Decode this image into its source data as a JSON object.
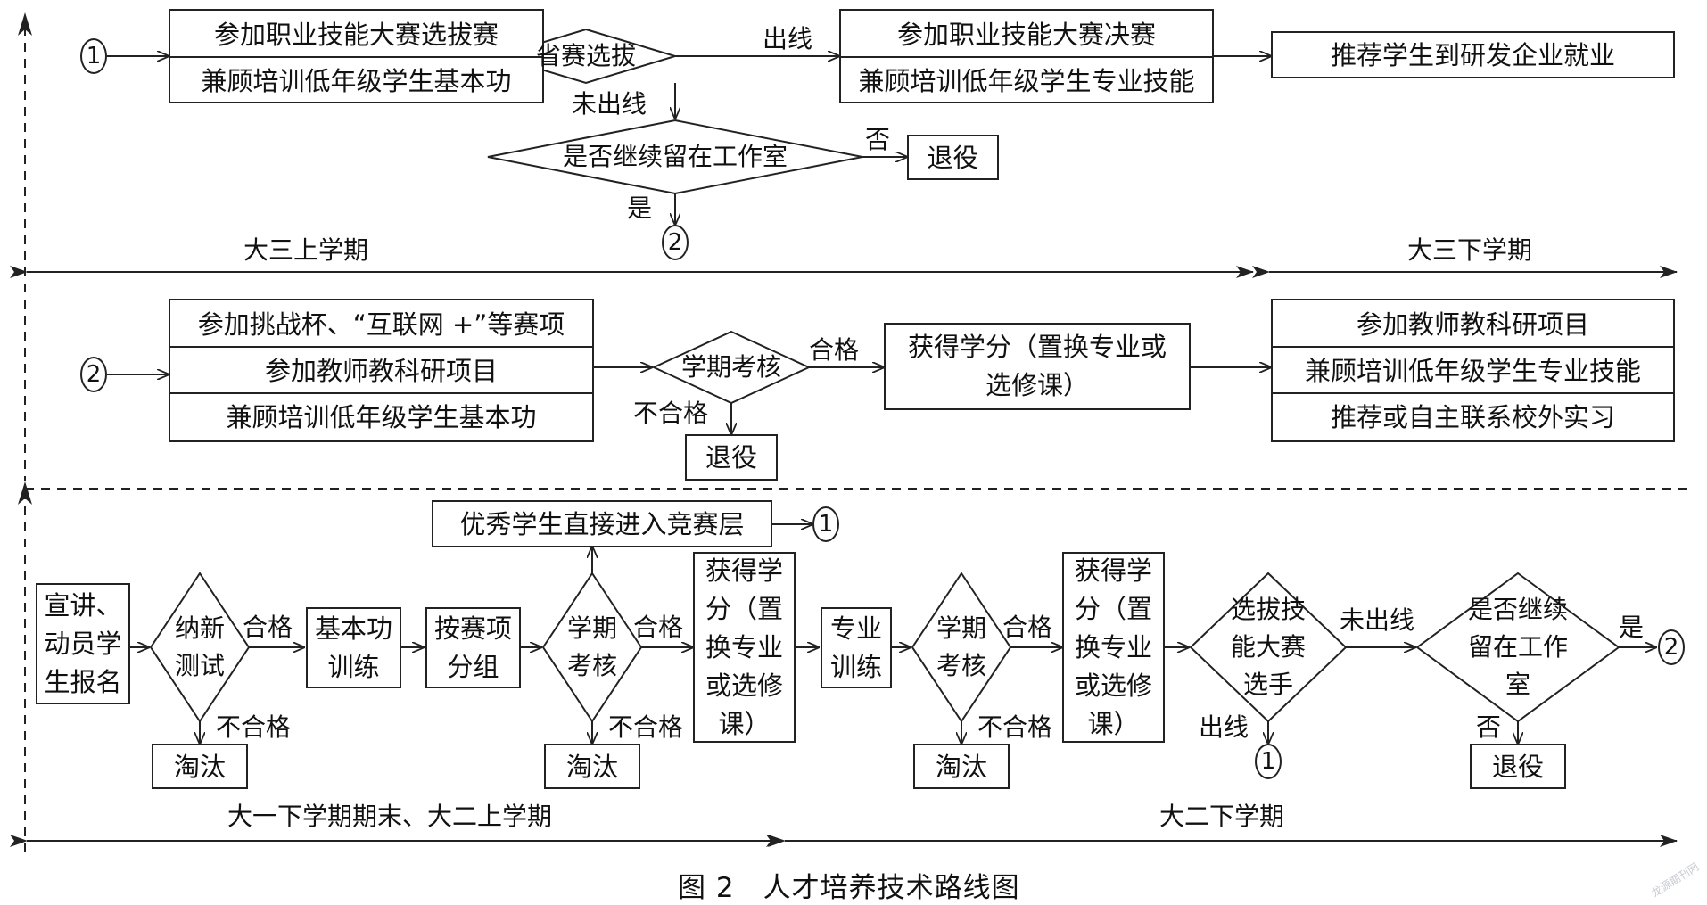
{
  "periods": {
    "p1": "大三上学期",
    "p2": "大三下学期",
    "p3": "大一下学期期末、大二上学期",
    "p4": "大二下学期"
  },
  "row1": {
    "start_marker": "1",
    "box1": [
      "参加职业技能大赛选拔赛",
      "兼顾培训低年级学生基本功"
    ],
    "decision1": "省赛选拔",
    "pass_label": "出线",
    "fail_label": "未出线",
    "box2": [
      "参加职业技能大赛决赛",
      "兼顾培训低年级学生专业技能"
    ],
    "box3": "推荐学生到研发企业就业",
    "decision2": "是否继续留在工作室",
    "no_label": "否",
    "yes_label": "是",
    "quit": "退役",
    "end_marker": "2"
  },
  "row2": {
    "start_marker": "2",
    "box1": [
      "参加挑战杯、“互联网 +”等赛项",
      "参加教师教科研项目",
      "兼顾培训低年级学生基本功"
    ],
    "decision": "学期考核",
    "pass_label": "合格",
    "fail_label": "不合格",
    "quit": "退役",
    "credit": "获得学分（置换专业或\n选修课）",
    "box3": [
      "参加教师教科研项目",
      "兼顾培训低年级学生专业技能",
      "推荐或自主联系校外实习"
    ]
  },
  "row3": {
    "enroll": "宣讲、\n动员学\n生报名",
    "d1": "纳新\n测试",
    "pass1": "合格",
    "fail1": "不合格",
    "out1": "淘汰",
    "basic": "基本功\n训练",
    "group": "按赛项\n分组",
    "excellent": "优秀学生直接进入竞赛层",
    "marker_excellent": "1",
    "d2": "学期\n考核",
    "pass2": "合格",
    "fail2": "不合格",
    "out2": "淘汰",
    "credit1": "获得学\n分（置\n换专业\n或选修\n课）",
    "pro": "专业\n训练",
    "d3": "学期\n考核",
    "pass3": "合格",
    "fail3": "不合格",
    "out3": "淘汰",
    "credit2": "获得学\n分（置\n换专业\n或选修\n课）",
    "d4": "选拔技\n能大赛\n选手",
    "fail4": "未出线",
    "pass4": "出线",
    "marker_pass4": "1",
    "d5": "是否继续\n留在工作\n室",
    "yes5": "是",
    "marker_yes5": "2",
    "no5": "否",
    "quit5": "退役"
  },
  "caption": "图 2　人才培养技术路线图",
  "watermark": "龙源期刊网"
}
